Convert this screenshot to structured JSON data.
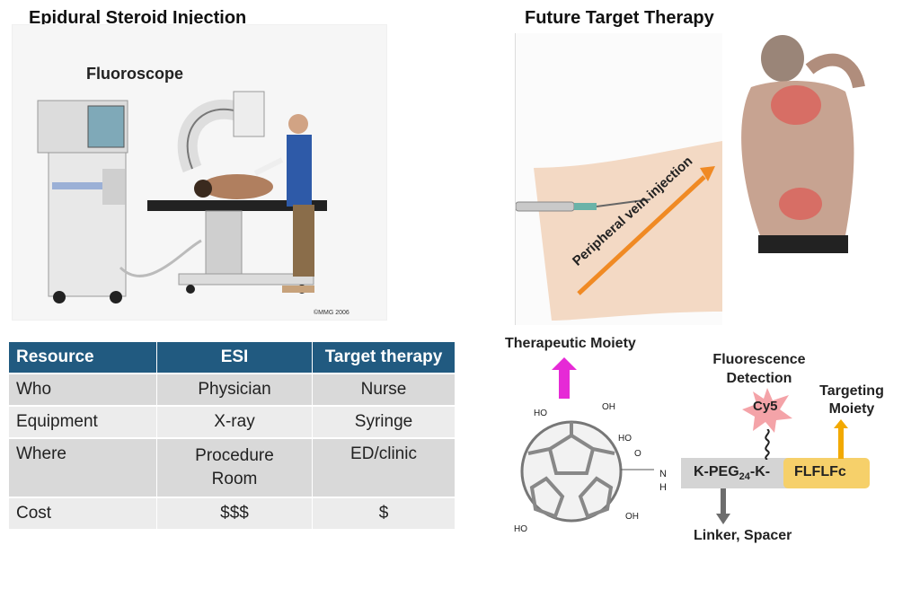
{
  "left": {
    "title": "Epidural Steroid Injection",
    "image_label": "Fluoroscope",
    "copyright": "©MMG 2006"
  },
  "right": {
    "title": "Future Target Therapy",
    "injection_label": "Peripheral vein injection"
  },
  "table": {
    "headers": [
      "Resource",
      "ESI",
      "Target therapy"
    ],
    "rows": [
      [
        "Who",
        "Physician",
        "Nurse"
      ],
      [
        "Equipment",
        "X-ray",
        "Syringe"
      ],
      [
        "Where",
        "Procedure Room",
        "ED/clinic"
      ],
      [
        "Cost",
        "$$$",
        "$"
      ]
    ]
  },
  "molecule": {
    "therapeutic_label": "Therapeutic Moiety",
    "fluorescence_label": "Fluorescence Detection",
    "cy5_label": "Cy5",
    "targeting_label": "Targeting Moiety",
    "linker_label": "Linker, Spacer",
    "peg_prefix": "K-PEG",
    "peg_sub": "24",
    "peg_suffix": "-K-",
    "flflfc": "FLFLFc",
    "nh_n": "N",
    "nh_h": "H",
    "ho": "HO",
    "oh": "OH",
    "o": "O"
  },
  "colors": {
    "table_header": "#215a80",
    "therapeutic_arrow": "#e62ad6",
    "targeting_arrow": "#f2a900",
    "cy5_star": "#f4a3a8",
    "peg_box": "#d4d4d4",
    "flflfc_box": "#f6d06a"
  }
}
